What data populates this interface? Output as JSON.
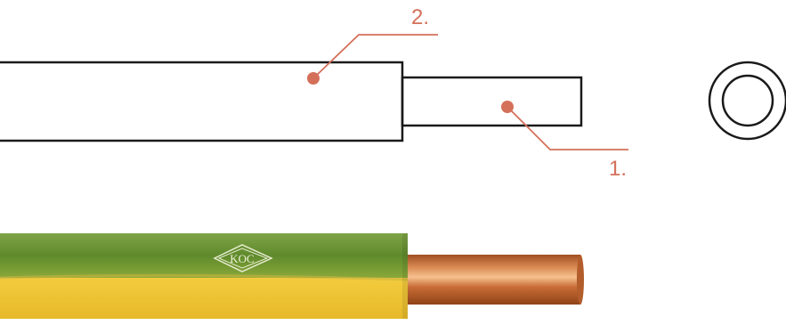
{
  "callouts": [
    {
      "id": "insulation",
      "label": "2."
    },
    {
      "id": "conductor",
      "label": "1."
    }
  ],
  "photo": {
    "logo_text": "KOC"
  },
  "colors": {
    "accent": "#d4705a",
    "outline": "#1a1a1a",
    "jacket_green": "#5f8a2c",
    "jacket_yellow": "#f1c93a",
    "copper": "#c26a34",
    "copper_highlight": "#f0b07a"
  },
  "icons": {
    "cross_section": "concentric-rings-icon",
    "logo": "koc-diamond-logo"
  }
}
